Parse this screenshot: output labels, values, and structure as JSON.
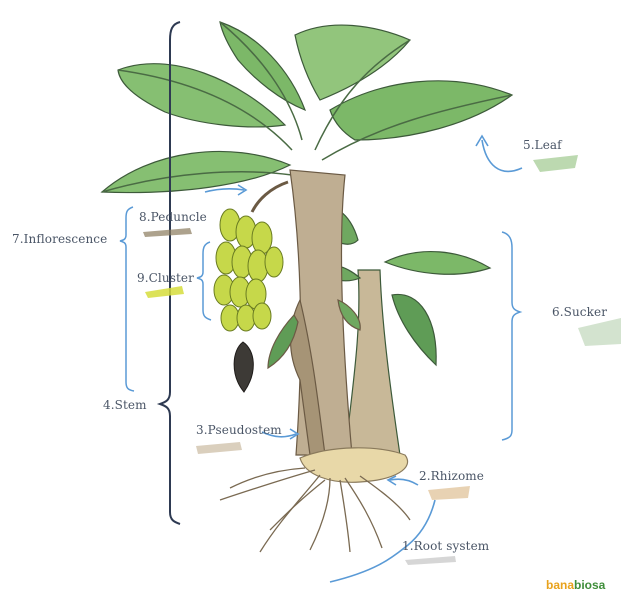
{
  "diagram": {
    "labels": {
      "root_system": "1.Root system",
      "rhizome": "2.Rhizome",
      "pseudostem": "3.Pseudostem",
      "stem": "4.Stem",
      "leaf": "5.Leaf",
      "sucker": "6.Sucker",
      "inflorescence": "7.Inflorescence",
      "peduncle": "8.Peduncle",
      "cluster": "9.Cluster"
    }
  },
  "logo": {
    "part1": "bana",
    "part2": "biosa"
  },
  "colors": {
    "leaf": "#7cb868",
    "leaf_dark": "#4f8a4a",
    "stem": "#b9a68a",
    "banana": "#c6d84a",
    "root": "#d8c7a4",
    "arrow": "#5a9ad6",
    "bracket": "#2e3a52"
  }
}
